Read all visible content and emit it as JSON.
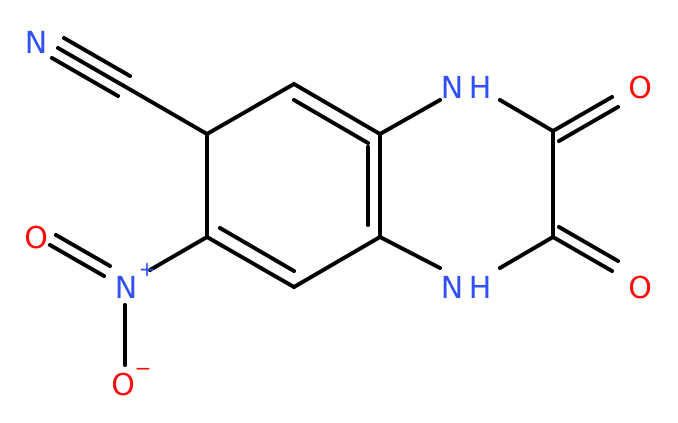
{
  "colors": {
    "bond": "#000000",
    "nitrogen": "#3050f8",
    "oxygen": "#ff0d0d",
    "background": "#ffffff"
  },
  "atoms": {
    "nitrile_n": "N",
    "nitro_n": "N",
    "nitro_charge_plus": "+",
    "nitro_o_upper": "O",
    "nitro_o_lower": "O",
    "nitro_charge_minus": "−",
    "nh_upper": "N",
    "nh_upper_h": "H",
    "nh_lower": "N",
    "nh_lower_h": "H",
    "carbonyl_o_upper": "O",
    "carbonyl_o_lower": "O"
  }
}
